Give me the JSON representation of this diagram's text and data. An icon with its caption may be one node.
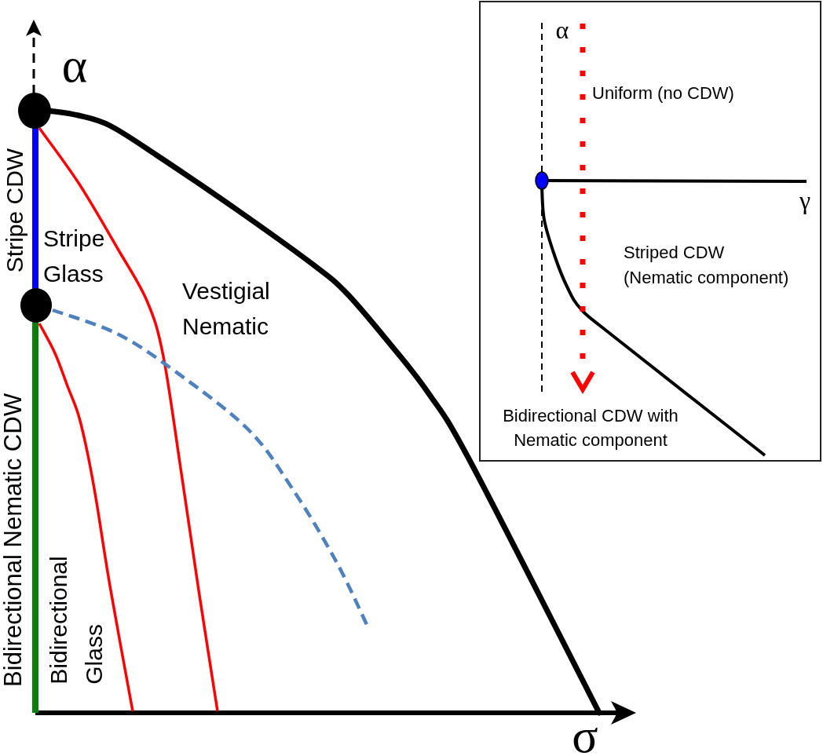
{
  "diagram": {
    "nodes": [
      {
        "text": [
          "α",
          "Uniform (no CDW)",
          "γ",
          "Striped CDW (Nematic component)",
          "Bidirectional CDW with Nematic component"
        ]
      }
    ],
    "labels": [
      "α",
      "Stripe CDW",
      "Stripe Glass",
      "Vestigial Nematic",
      "Bidirectional Nematic CDW",
      "Bidirectional Glass",
      "σ"
    ]
  }
}
